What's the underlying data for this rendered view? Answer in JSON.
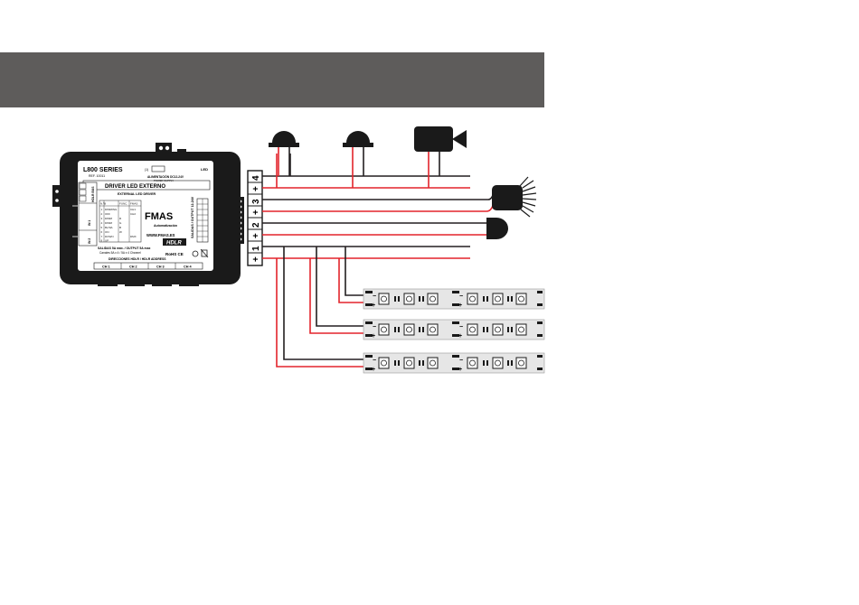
{
  "driver": {
    "series": "L800 SERIES",
    "ref": "REF. 10011",
    "supply_badge": "(1)",
    "led_label": "LED",
    "supply_label": "ALIMENTACIÓN DC12-24V",
    "supply_label_en": "POWER SUPPLY",
    "title": "DRIVER LED EXTERNO",
    "subtitle": "EXTERNAL LED DRIVER",
    "brand": "FMAS",
    "brand_sub": "Automatización",
    "url": "WWW.FMAS.ES",
    "bus_logo": "HDLR",
    "output_note": "SALIDAS 5A máx. / OUTPUT 5A max",
    "channel_note": "Canales 5A x 4 / 5A x 4 Channel",
    "address_label": "DIRECCIONES HDLR / HDLR ADDRESS",
    "channels": [
      "CH 1",
      "CH 2",
      "CH 3",
      "CH 4"
    ],
    "side_label_top": "HDLR BUS",
    "side_label_mid": "IN 1",
    "side_label_bot": "IN 2",
    "output_side_label": "SALIDAS / OUTPUT 12-24V",
    "table_headers": [
      "N.ºB",
      "FUNC.",
      "FMAS"
    ],
    "table_rows": [
      [
        "1",
        "DIMMING",
        "CH1"
      ],
      [
        "2",
        "OFF",
        "CH2"
      ],
      [
        "3",
        "DIMM",
        "R"
      ],
      [
        "4",
        "DIMM",
        "G"
      ],
      [
        "5",
        "BL/WL",
        "B"
      ],
      [
        "6",
        "ON",
        "W"
      ],
      [
        "7",
        "DOWN",
        "DMX"
      ],
      [
        "8",
        "UP",
        ""
      ]
    ],
    "certifications": "RoHS CE"
  },
  "terminals": [
    "4",
    "+",
    "3",
    "+",
    "2",
    "+",
    "1",
    "+"
  ],
  "devices": [
    "spot-light-1",
    "spot-light-2",
    "camera",
    "led-cluster",
    "pilot-light"
  ],
  "strips": {
    "rows": 3,
    "symbols": [
      "−",
      "+"
    ]
  },
  "colors": {
    "banner": "#5e5c5b",
    "wire_red": "#e3242b",
    "wire_black": "#231f20",
    "strip_fill": "#e6e6e6",
    "device_body": "#1a1a1a"
  }
}
